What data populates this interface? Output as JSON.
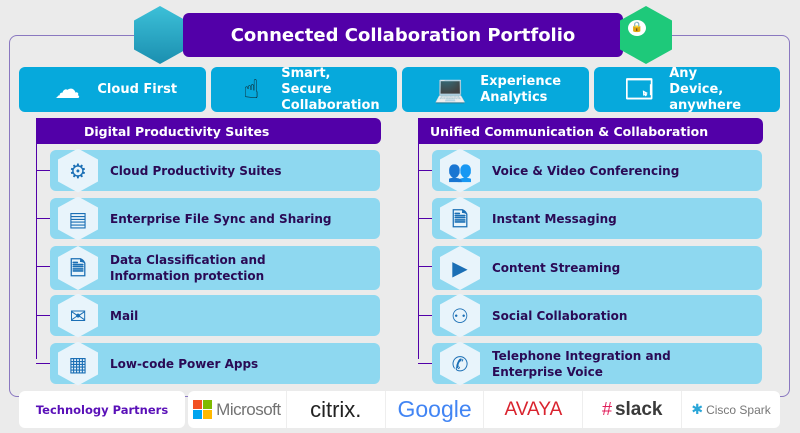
{
  "title": "Connected Collaboration Portfolio",
  "features": [
    {
      "label": "Cloud First",
      "icon": "cloud-icon"
    },
    {
      "label": "Smart, Secure Collaboration",
      "icon": "touch-icon"
    },
    {
      "label": "Experience Analytics",
      "icon": "laptop-analytics-icon"
    },
    {
      "label": "Any Device, anywhere",
      "icon": "device-location-icon"
    }
  ],
  "left": {
    "header": "Digital Productivity Suites",
    "items": [
      "Cloud Productivity Suites",
      "Enterprise File Sync and Sharing",
      "Data Classification and Information protection",
      "Mail",
      "Low-code Power Apps"
    ]
  },
  "right": {
    "header": "Unified Communication & Collaboration",
    "items": [
      "Voice & Video Conferencing",
      "Instant Messaging",
      "Content Streaming",
      "Social Collaboration",
      "Telephone Integration and Enterprise Voice"
    ]
  },
  "partners": {
    "label": "Technology Partners",
    "logos": [
      "Microsoft",
      "citrix.",
      "Google",
      "AVAYA",
      "slack",
      "Cisco Spark"
    ]
  }
}
